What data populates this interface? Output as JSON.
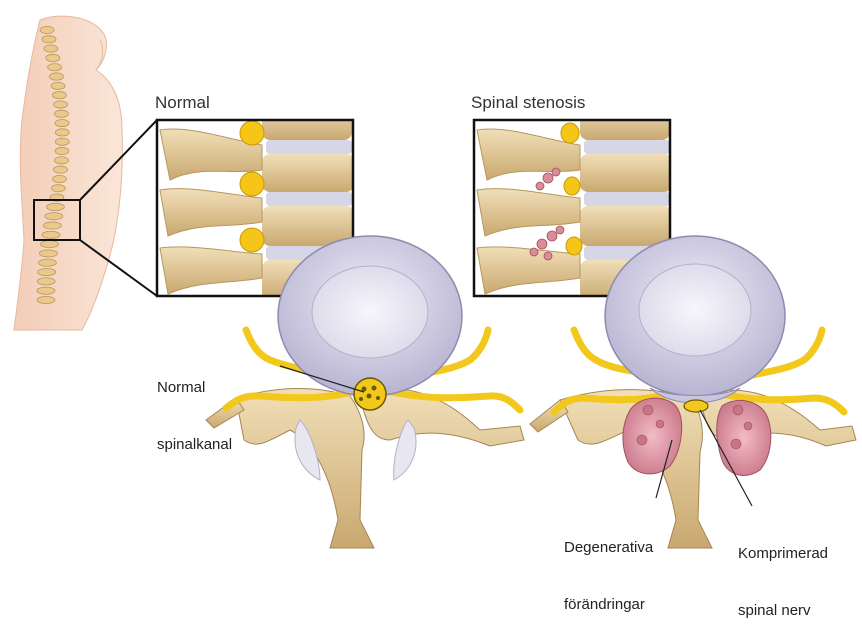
{
  "panels": {
    "normal": {
      "title": "Normal"
    },
    "stenosis": {
      "title": "Spinal stenosis"
    }
  },
  "annotations": {
    "normal_canal": {
      "line1": "Normal",
      "line2": "spinalkanal"
    },
    "degenerative": {
      "line1": "Degenerativa",
      "line2": "förändringar"
    },
    "compressed_nerve": {
      "line1": "Komprimerad",
      "line2": "spinal nerv"
    }
  },
  "colors": {
    "skin": "#f7dccb",
    "bone": "#e2c99a",
    "bone_shadow": "#b8975f",
    "disc": "#d9d6e8",
    "nerve": "#f2c81c",
    "degeneration": "#d98d9a",
    "frame": "#111111"
  }
}
